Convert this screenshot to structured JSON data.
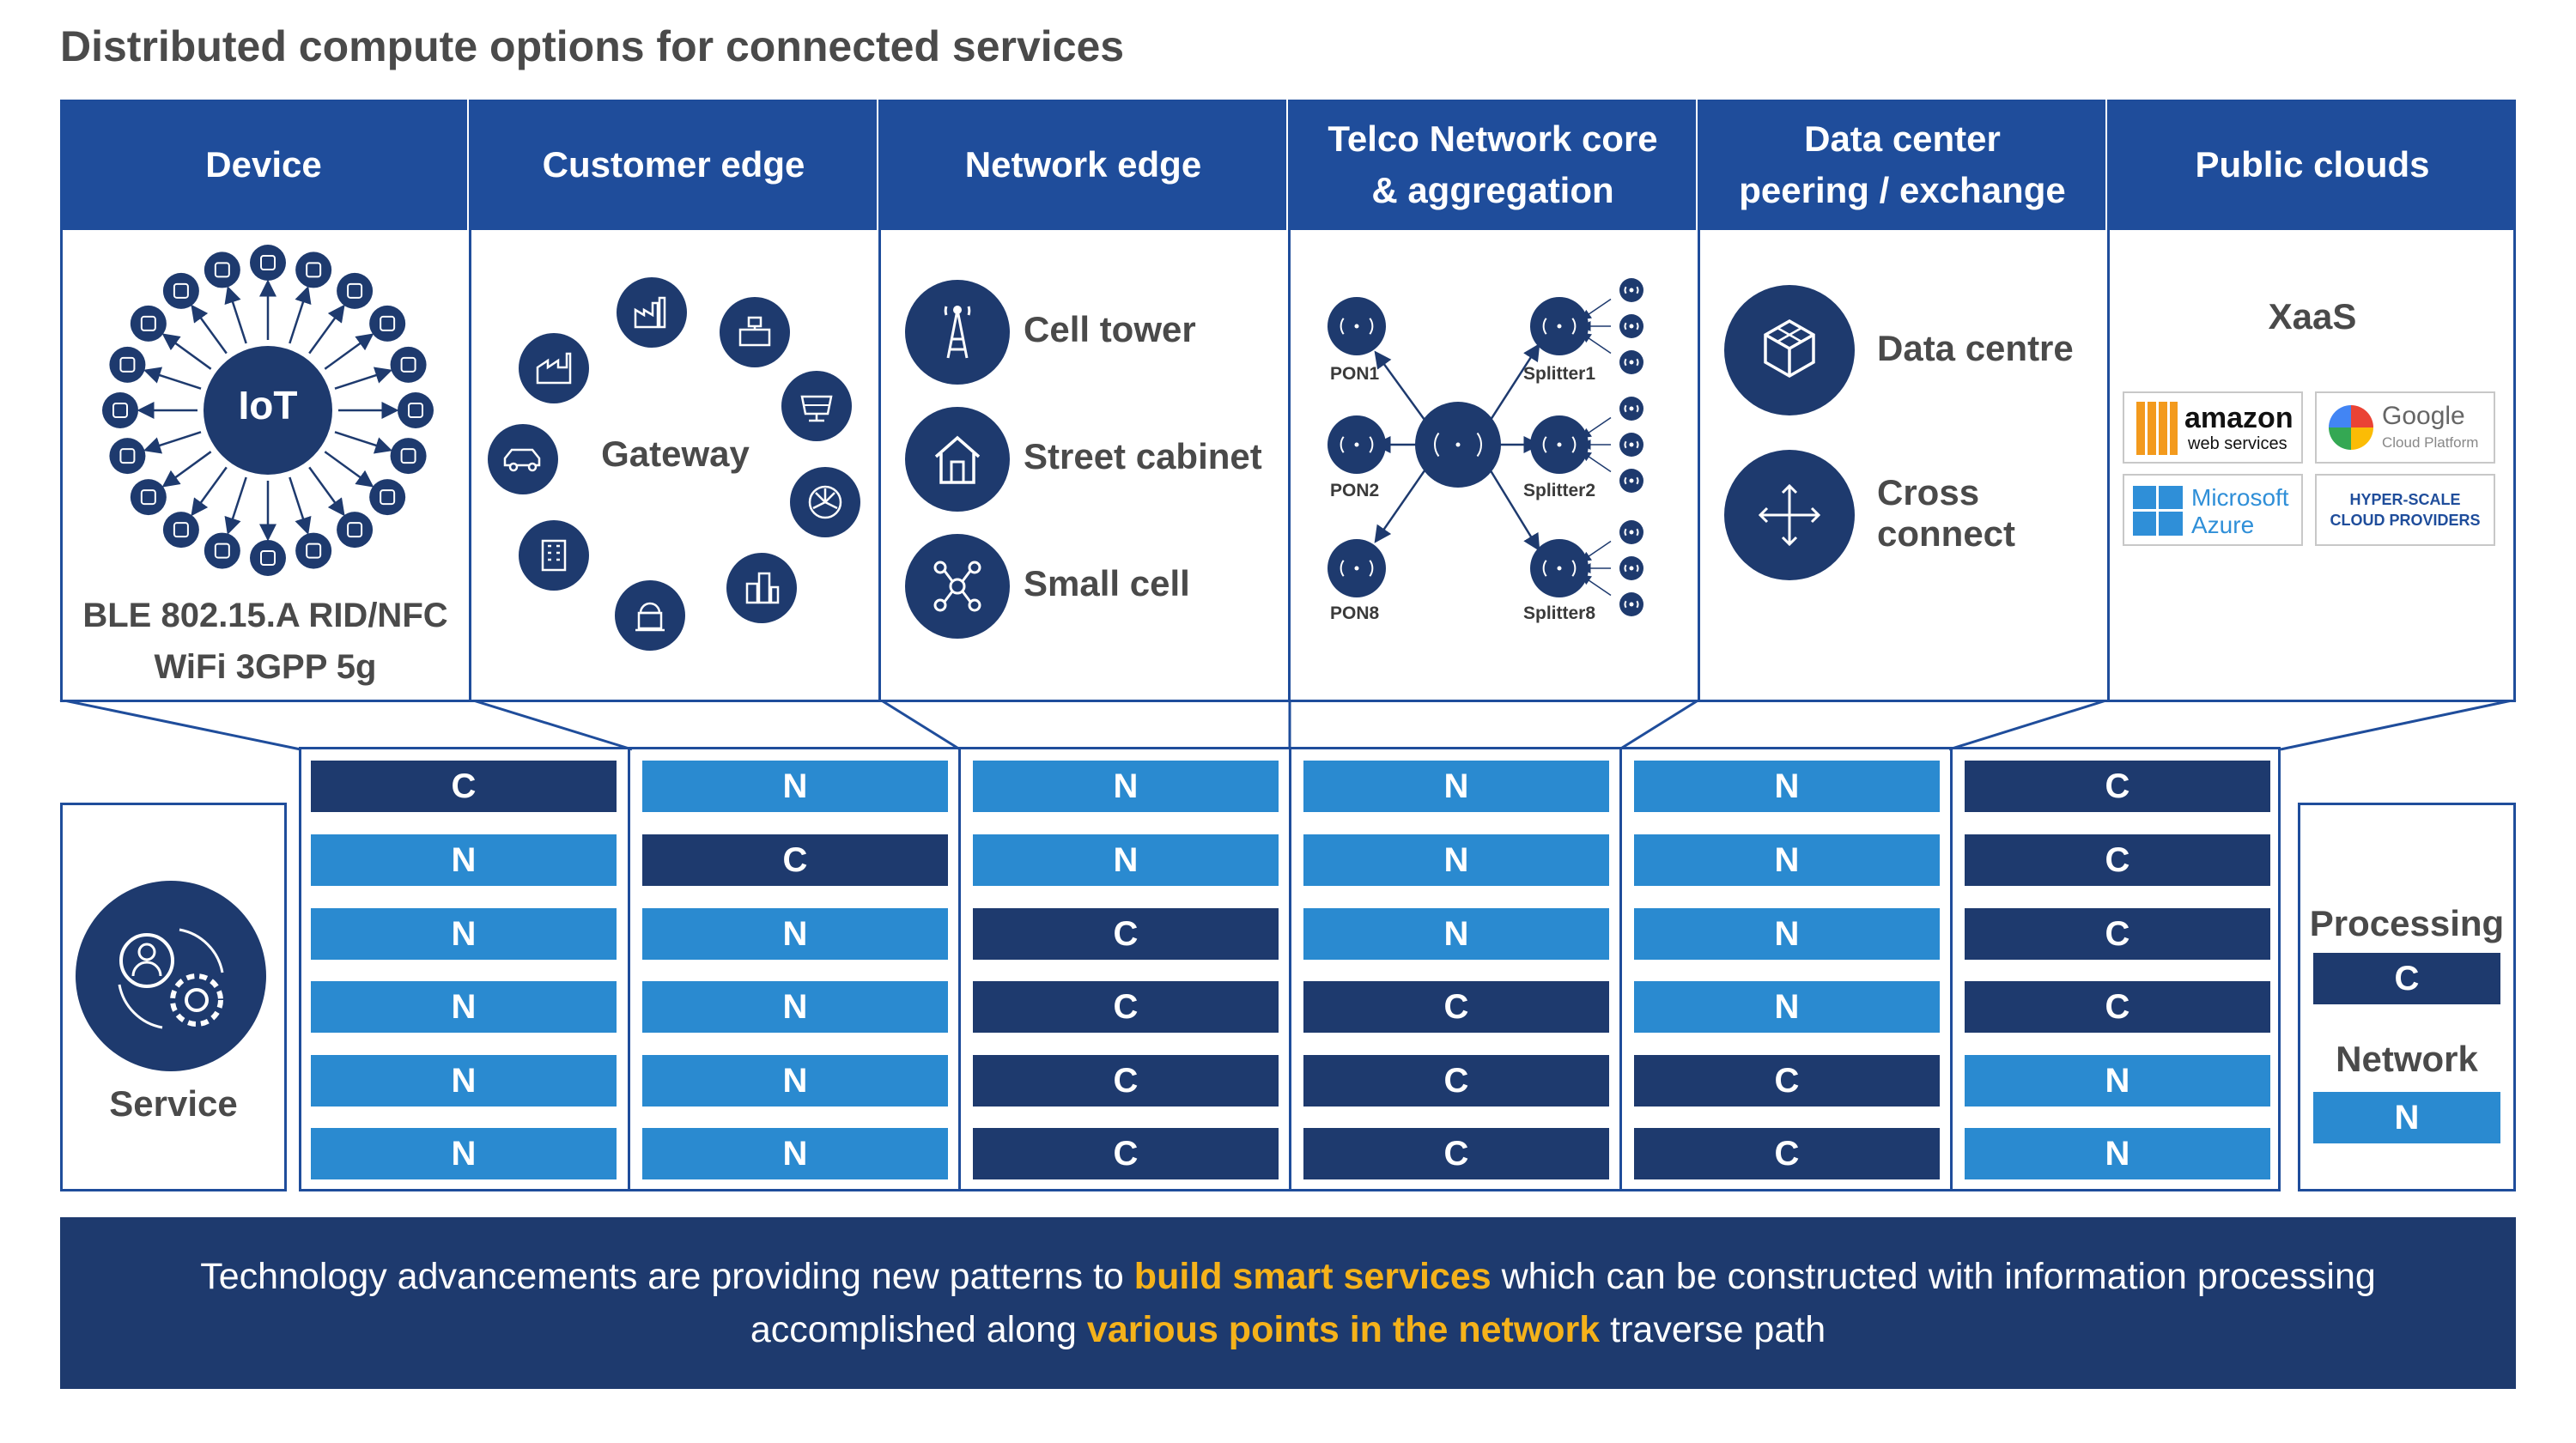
{
  "title": "Distributed compute options for connected services",
  "columns": [
    {
      "header": "Device"
    },
    {
      "header": "Customer edge"
    },
    {
      "header": "Network edge"
    },
    {
      "header": "Telco Network core\n& aggregation"
    },
    {
      "header": "Data center\npeering / exchange"
    },
    {
      "header": "Public clouds"
    }
  ],
  "device": {
    "hub": "IoT",
    "caption_line1": "BLE 802.15.A RID/NFC",
    "caption_line2": "WiFi 3GPP 5g"
  },
  "customer_edge": {
    "hub": "Gateway"
  },
  "network_edge": {
    "items": [
      "Cell tower",
      "Street cabinet",
      "Small cell"
    ]
  },
  "telco_core": {
    "pons": [
      "PON1",
      "PON2",
      "PON8"
    ],
    "splitters": [
      "Splitter1",
      "Splitter2",
      "Splitter8"
    ]
  },
  "datacenter": {
    "items": [
      "Data centre",
      "Cross\nconnect"
    ]
  },
  "public_clouds": {
    "heading": "XaaS",
    "logos": {
      "amazon_main": "amazon",
      "amazon_sub": "web services",
      "google_main": "Google",
      "google_sub": "Cloud Platform",
      "ms_main": "Microsoft",
      "ms_sub": "Azure",
      "hyper_l1": "HYPER-SCALE",
      "hyper_l2": "CLOUD PROVIDERS"
    }
  },
  "service_label": "Service",
  "grid": [
    [
      "C",
      "N",
      "N",
      "N",
      "N",
      "C"
    ],
    [
      "N",
      "C",
      "N",
      "N",
      "N",
      "C"
    ],
    [
      "N",
      "N",
      "C",
      "N",
      "N",
      "C"
    ],
    [
      "N",
      "N",
      "C",
      "C",
      "N",
      "C"
    ],
    [
      "N",
      "N",
      "C",
      "C",
      "C",
      "N"
    ],
    [
      "N",
      "N",
      "C",
      "C",
      "C",
      "N"
    ]
  ],
  "legend": {
    "processing_label": "Processing",
    "processing_value": "C",
    "network_label": "Network",
    "network_value": "N"
  },
  "bottom": {
    "l1_a": "Technology advancements are providing new patterns to ",
    "l1_b": "build smart services",
    "l1_c": " which can be constructed with information processing",
    "l2_a": "accomplished along ",
    "l2_b": "various points in the network",
    "l2_c": " traverse path"
  },
  "colors": {
    "primary": "#1f4d9b",
    "dark": "#1e3a6e",
    "light": "#2a8ad0",
    "accent": "#f5b21a"
  }
}
